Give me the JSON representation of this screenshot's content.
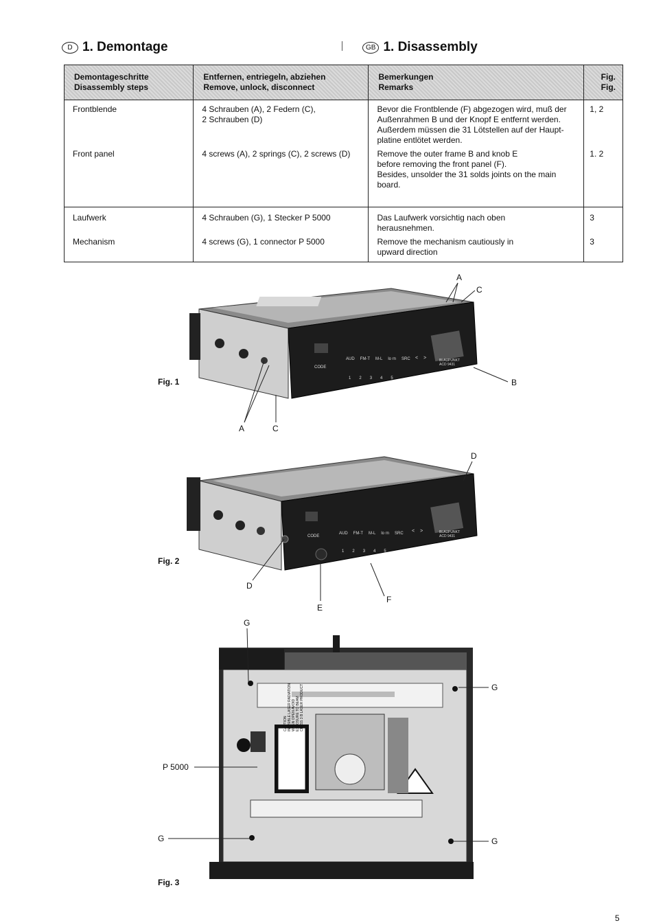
{
  "header": {
    "de": {
      "badge": "D",
      "title": "1. Demontage"
    },
    "en": {
      "badge": "GB",
      "title": "1. Disassembly"
    }
  },
  "table": {
    "headers": [
      [
        "Demontageschritte",
        "Disassembly steps"
      ],
      [
        "Entfernen, entriegeln, abziehen",
        "Remove, unlock, disconnect"
      ],
      [
        "Bemerkungen",
        "Remarks"
      ],
      [
        "Fig.",
        "Fig."
      ]
    ],
    "groups": [
      {
        "rows": [
          {
            "step": "Frontblende",
            "action": [
              "4 Schrauben (A), 2 Federn (C),",
              "2 Schrauben (D)"
            ],
            "remark": [
              "Bevor die Frontblende (F) abgezogen wird, muß der",
              "Außenrahmen B und der Knopf E entfernt werden.",
              "Außerdem müssen die 31 Lötstellen auf der Haupt-",
              "platine entlötet werden."
            ],
            "fig": "1, 2"
          },
          {
            "step": "Front panel",
            "action": [
              "4 screws (A), 2 springs (C), 2 screws (D)"
            ],
            "remark": [
              "Remove the outer frame B and knob E",
              "before removing the front panel (F).",
              "Besides, unsolder the 31 solds joints on the main",
              "board."
            ],
            "fig": "1. 2"
          }
        ]
      },
      {
        "rows": [
          {
            "step": "Laufwerk",
            "action": [
              "4 Schrauben (G), 1 Stecker P 5000"
            ],
            "remark": [
              "Das Laufwerk vorsichtig nach oben",
              "herausnehmen."
            ],
            "fig": "3"
          },
          {
            "step": "Mechanism",
            "action": [
              "4 screws (G), 1 connector P 5000"
            ],
            "remark": [
              "Remove the mechanism cautiously in",
              "upward direction"
            ],
            "fig": "3"
          }
        ]
      }
    ]
  },
  "figures": {
    "fig1": {
      "label": "Fig. 1",
      "callouts": {
        "A_top": "A",
        "C_top": "C",
        "B": "B",
        "A_bottom": "A",
        "C_bottom": "C"
      }
    },
    "fig2": {
      "label": "Fig. 2",
      "callouts": {
        "D_top": "D",
        "D_bottom": "D",
        "E": "E",
        "F": "F"
      }
    },
    "fig3": {
      "label": "Fig. 3",
      "callouts": {
        "G_top": "G",
        "G_right_top": "G",
        "P5000": "P 5000",
        "G_left_bottom": "G",
        "G_right_bottom": "G"
      }
    },
    "panel_text": {
      "code": "CODE",
      "buttons": [
        "AUD",
        "FM-T",
        "M-L",
        "lo rn",
        "SRC"
      ],
      "numbers": [
        "1",
        "2",
        "3",
        "4",
        "5"
      ],
      "arrows": [
        "<",
        ">"
      ],
      "brand": "BLAUPUNKT",
      "model": "ACD 9431"
    },
    "laser_label": [
      "CAUTION",
      "INVISIBLE LASER RADIATION",
      "WHEN OPEN AVOID",
      "EXPOSURE TO BEAM",
      "CLASS 3 B LASER PRODUCT"
    ]
  },
  "page": {
    "number": "5"
  },
  "colors": {
    "header_bg": "#c8c8c8",
    "ink": "#111111"
  }
}
